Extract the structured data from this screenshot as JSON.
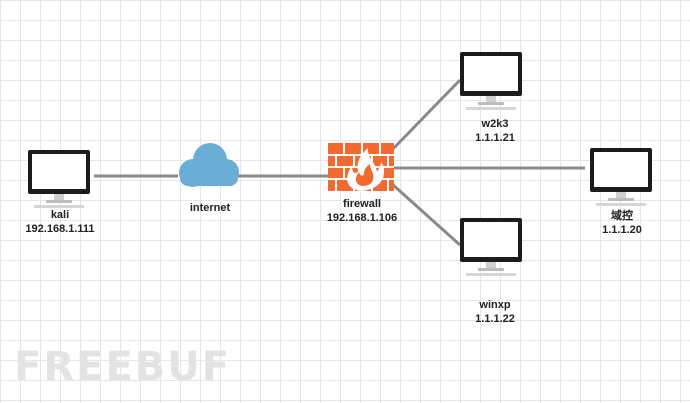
{
  "nodes": {
    "kali": {
      "name": "kali",
      "ip": "192.168.1.111"
    },
    "internet": {
      "name": "internet"
    },
    "firewall": {
      "name": "firewall",
      "ip": "192.168.1.106"
    },
    "w2k3": {
      "name": "w2k3",
      "ip": "1.1.1.21"
    },
    "dc": {
      "name": "域控",
      "ip": "1.1.1.20"
    },
    "winxp": {
      "name": "winxp",
      "ip": "1.1.1.22"
    }
  },
  "watermark": "FREEBUF",
  "colors": {
    "link": "#8a8a8a",
    "cloud": "#6aaed6",
    "firewall": "#f26a30",
    "monitor": "#1c1c1c"
  },
  "icons": [
    "monitor-icon",
    "cloud-icon",
    "firewall-icon"
  ]
}
